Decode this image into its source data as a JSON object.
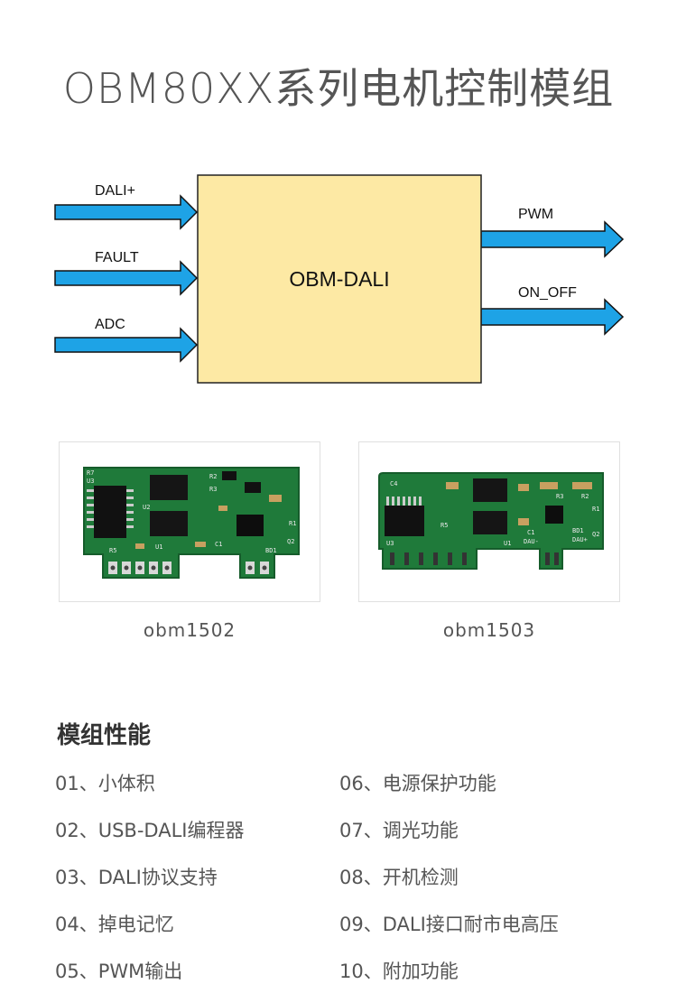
{
  "page": {
    "title": "OBM80XX系列电机控制模组"
  },
  "diagram": {
    "block_label": "OBM-DALI",
    "inputs": [
      "DALI+",
      "FAULT",
      "ADC"
    ],
    "outputs": [
      "PWM",
      "ON_OFF"
    ],
    "colors": {
      "block_fill": "#fde9a4",
      "block_stroke": "#222222",
      "arrow_fill": "#1ea3e6",
      "arrow_stroke": "#111111"
    }
  },
  "products": [
    {
      "name": "obm1502"
    },
    {
      "name": "obm1503"
    }
  ],
  "features": {
    "title": "模组性能",
    "items": [
      "01、小体积",
      "02、USB-DALI编程器",
      "03、DALI协议支持",
      "04、掉电记忆",
      "05、PWM输出",
      "06、电源保护功能",
      "07、调光功能",
      "08、开机检测",
      "09、DALI接口耐市电高压",
      "10、附加功能"
    ]
  },
  "pcb": {
    "board_color": "#1f7a3a",
    "labels1": [
      "R7",
      "U3",
      "U2",
      "R3",
      "R2",
      "C1",
      "R5",
      "U1",
      "BD1",
      "Q2",
      "R1"
    ],
    "labels2": [
      "C4",
      "R3",
      "R2",
      "R5",
      "U3",
      "U1",
      "C1",
      "DAU-",
      "BD1",
      "DAU+",
      "Q2",
      "R1"
    ]
  }
}
